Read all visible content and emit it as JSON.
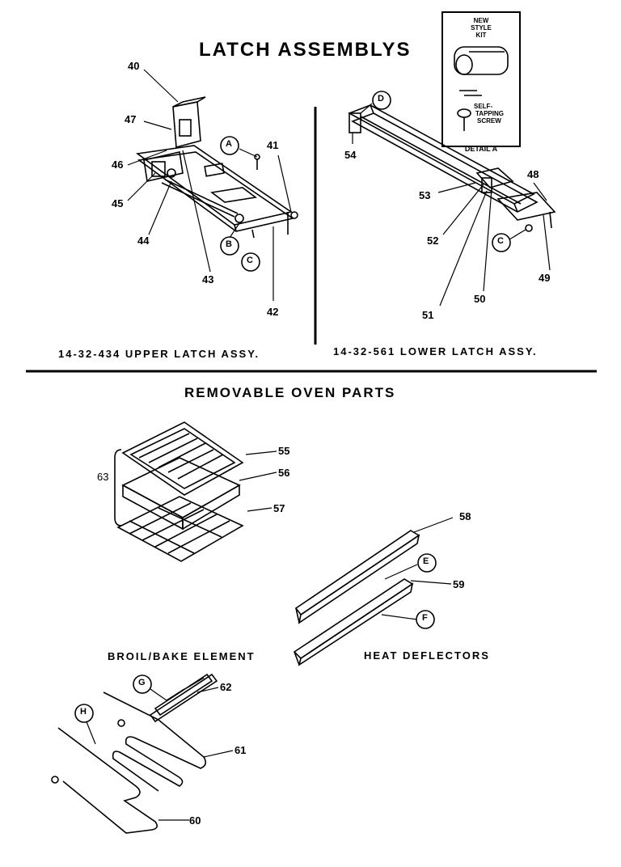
{
  "titles": {
    "latch": "LATCH ASSEMBLYS",
    "removable": "REMOVABLE OVEN PARTS"
  },
  "captions": {
    "upper": "14-32-434 UPPER LATCH ASSY.",
    "lower": "14-32-561 LOWER LATCH ASSY.",
    "broil": "BROIL/BAKE ELEMENT",
    "deflectors": "HEAT DEFLECTORS"
  },
  "detail": {
    "kit_line1": "NEW",
    "kit_line2": "STYLE",
    "kit_line3": "KIT",
    "screw_line1": "SELF-",
    "screw_line2": "TAPPING",
    "screw_line3": "SCREW",
    "caption": "DETAIL A"
  },
  "parts": {
    "p40": "40",
    "p41": "41",
    "p42": "42",
    "p43": "43",
    "p44": "44",
    "p45": "45",
    "p46": "46",
    "p47": "47",
    "p48": "48",
    "p49": "49",
    "p50": "50",
    "p51": "51",
    "p52": "52",
    "p53": "53",
    "p54": "54",
    "p55": "55",
    "p56": "56",
    "p57": "57",
    "p58": "58",
    "p59": "59",
    "p60": "60",
    "p61": "61",
    "p62": "62",
    "p63": "63"
  },
  "callouts": {
    "A": "A",
    "B": "B",
    "C1": "C",
    "C2": "C",
    "D": "D",
    "E": "E",
    "F": "F",
    "G": "G",
    "H": "H"
  }
}
